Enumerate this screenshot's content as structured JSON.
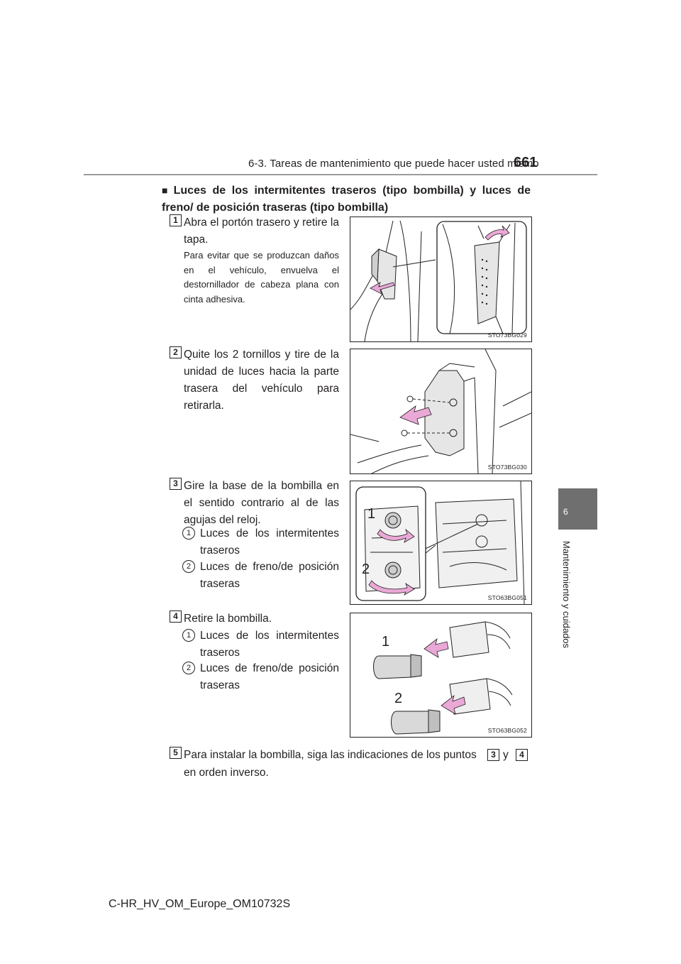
{
  "header": {
    "section_title": "6-3. Tareas de mantenimiento que puede hacer usted mismo",
    "page_number": "661"
  },
  "side_tab": {
    "chapter_number": "6",
    "chapter_label": "Mantenimiento y cuidados"
  },
  "section": {
    "bullet": "■",
    "title": "Luces de los intermitentes traseros (tipo bombilla) y luces de freno/ de posición traseras (tipo bombilla)"
  },
  "steps": [
    {
      "number": "1",
      "text": "Abra el portón trasero y retire la tapa.",
      "note": "Para evitar que se produzcan daños en el vehículo, envuelva el destornillador de cabeza plana con cinta adhesiva.",
      "figure_code": "STO73BG029"
    },
    {
      "number": "2",
      "text": "Quite los 2 tornillos y tire de la unidad de luces hacia la parte trasera del vehículo para retirarla.",
      "figure_code": "STO73BG030"
    },
    {
      "number": "3",
      "text": "Gire la base de la bombilla en el sentido contrario al de las agujas del reloj.",
      "items": [
        {
          "marker": "1",
          "label": "Luces de los intermitentes traseros"
        },
        {
          "marker": "2",
          "label": "Luces de freno/de posición traseras"
        }
      ],
      "figure_code": "STO63BG051"
    },
    {
      "number": "4",
      "text": "Retire la bombilla.",
      "items": [
        {
          "marker": "1",
          "label": "Luces de los intermitentes traseros"
        },
        {
          "marker": "2",
          "label": "Luces de freno/de posición traseras"
        }
      ],
      "figure_code": "STO63BG052"
    },
    {
      "number": "5",
      "text_before": "Para instalar la bombilla, siga las indicaciones de los puntos",
      "ref_a": "3",
      "conj": "y",
      "ref_b": "4",
      "text_after": "en orden inverso."
    }
  ],
  "footer": {
    "manual_code": "C-HR_HV_OM_Europe_OM10732S"
  },
  "figure_labels": {
    "callout_1": "1",
    "callout_2": "2"
  },
  "colors": {
    "arrow_pink": "#e9a8d6",
    "tab_gray": "#6f6f6f",
    "rule_gray": "#9c9c9c"
  }
}
